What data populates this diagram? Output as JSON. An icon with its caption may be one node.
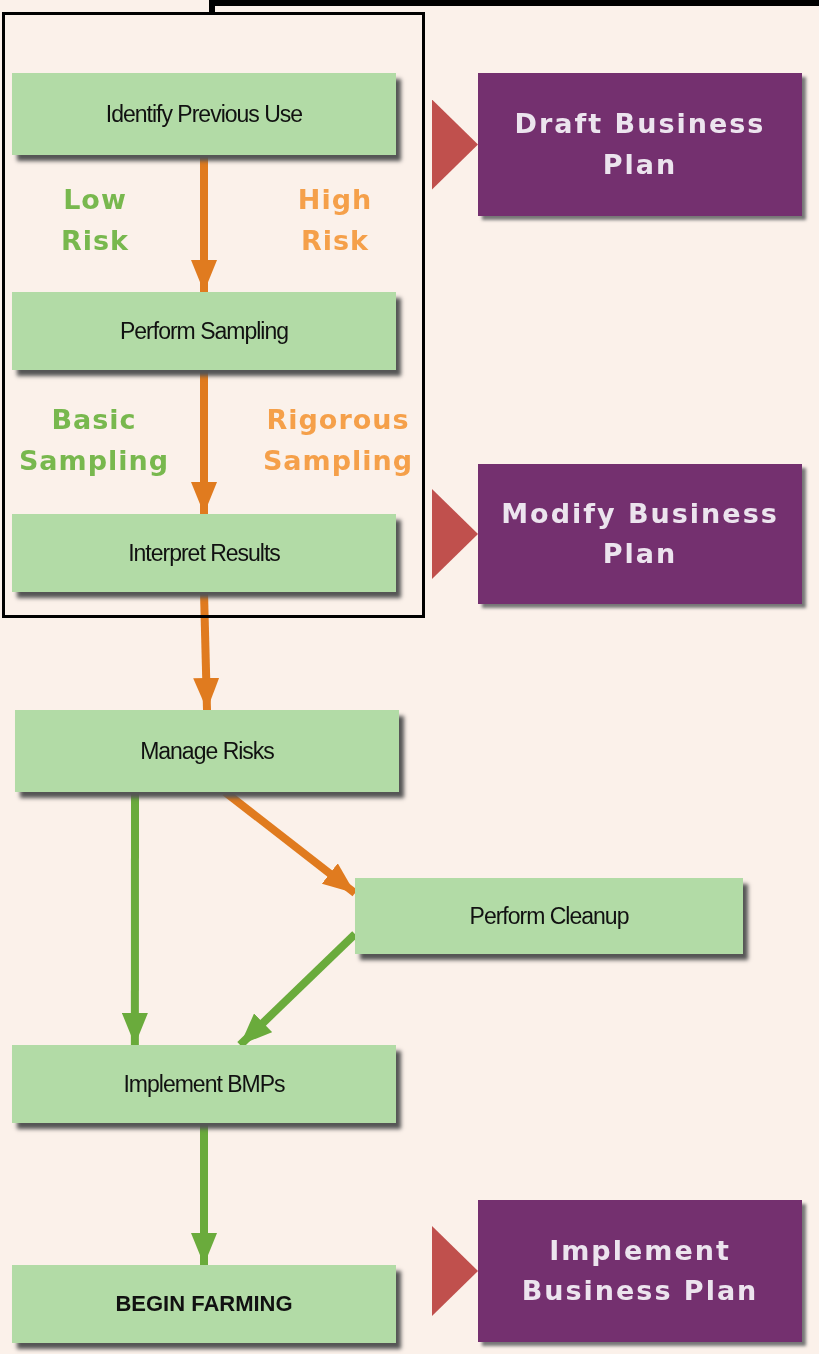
{
  "diagram": {
    "nodes": [
      {
        "text": [],
        "shape": "box"
      },
      {
        "text": [
          "Identify Previous Use"
        ],
        "in": 0
      },
      {
        "text": [
          "Perform Sampling"
        ],
        "in": 0
      },
      {
        "text": [
          "Interpret Results"
        ],
        "in": 0
      },
      {
        "text": [
          "Manage Risks"
        ]
      },
      {
        "text": [
          "Perform Cleanup"
        ]
      },
      {
        "text": [
          "Implement BMPs"
        ]
      },
      {
        "text": [
          "BEGIN FARMING"
        ]
      },
      {
        "text": [
          "Draft Business Plan"
        ]
      },
      {
        "text": [
          "Modify Business Plan"
        ]
      },
      {
        "text": [
          "Implement Business Plan"
        ]
      }
    ],
    "edges": [
      {
        "from": 1,
        "to": 2,
        "arrow": "to"
      },
      {
        "from": 2,
        "to": 3,
        "arrow": "to"
      },
      {
        "from": 3,
        "to": 4,
        "arrow": "to"
      },
      {
        "from": 4,
        "to": 6,
        "arrow": "to",
        "color": "#6aab3c"
      },
      {
        "from": 4,
        "to": 5,
        "arrow": "to"
      },
      {
        "from": 5,
        "to": 6,
        "arrow": "to",
        "color": "#6aab3c"
      },
      {
        "from": 6,
        "to": 7,
        "arrow": "to",
        "color": "#6aab3c"
      },
      {
        "from": 1,
        "to": 8,
        "arrow": "to",
        "color": "#c0504d"
      },
      {
        "from": 3,
        "to": 9,
        "arrow": "to",
        "color": "#c0504d"
      },
      {
        "from": 7,
        "to": 10,
        "arrow": "to",
        "color": "#c0504d"
      }
    ],
    "labels": [
      "Low Risk",
      "High Risk",
      "Basic Sampling",
      "Rigorous Sampling"
    ]
  }
}
